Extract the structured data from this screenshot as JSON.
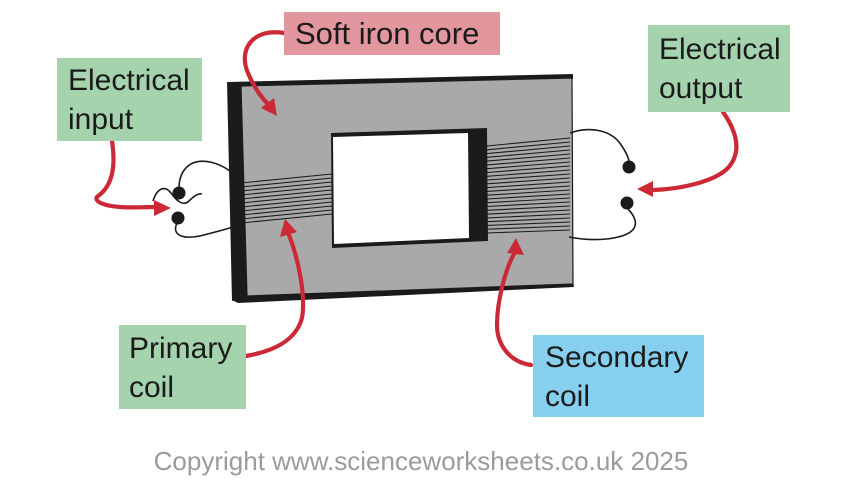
{
  "labels": {
    "soft_iron_core": {
      "text": "Soft iron core"
    },
    "electrical_input": {
      "line1": "Electrical",
      "line2": "input"
    },
    "electrical_output": {
      "line1": "Electrical",
      "line2": "output"
    },
    "primary_coil": {
      "line1": "Primary",
      "line2": "coil"
    },
    "secondary_coil": {
      "line1": "Secondary",
      "line2": "coil"
    }
  },
  "footer": {
    "copyright": "Copyright www.scienceworksheets.co.uk 2025"
  },
  "diagram": {
    "type": "transformer",
    "primary_coil": {
      "turns": 11
    },
    "secondary_coil": {
      "turns": 24
    },
    "input_terminals": 2,
    "output_terminals": 2,
    "input_symbol": "ac-wave-squiggle"
  },
  "colors": {
    "label_pink": "#e2969e",
    "label_green": "#a5d3ad",
    "label_blue": "#87cfee",
    "core_gray": "#a9a9a9",
    "ink_black": "#1b1b1b",
    "arrow_red": "#cc2936",
    "copyright_gray": "#9b9b9b",
    "window_white": "#ffffff"
  }
}
